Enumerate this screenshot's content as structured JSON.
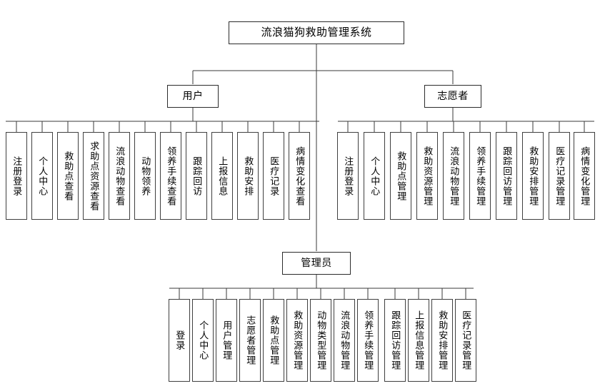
{
  "diagram": {
    "type": "tree",
    "title": "流浪猫狗救助管理系统",
    "root": {
      "label": "流浪猫狗救助管理系统"
    },
    "branches": [
      {
        "key": "user",
        "label": "用户",
        "children": [
          "注册登录",
          "个人中心",
          "救助点查看",
          "求助点资源查看",
          "流浪动物查看",
          "动物领养",
          "领养手续查看",
          "跟踪回访",
          "上报信息",
          "救助安排",
          "医疗记录",
          "病情变化查看"
        ]
      },
      {
        "key": "volunteer",
        "label": "志愿者",
        "children": [
          "注册登录",
          "个人中心",
          "救助点管理",
          "救助资源管理",
          "流浪动物管理",
          "领养手续管理",
          "跟踪回访管理",
          "救助安排管理",
          "医疗记录管理",
          "病情变化管理"
        ]
      },
      {
        "key": "admin",
        "label": "管理员",
        "children": [
          "登录",
          "个人中心",
          "用户管理",
          "志愿者管理",
          "救助点管理",
          "救助资源管理",
          "动物类型管理",
          "流浪动物管理",
          "领养手续管理",
          "跟踪回访管理",
          "上报信息管理",
          "救助安排管理",
          "医疗记录管理"
        ]
      }
    ],
    "colors": {
      "background": "#ffffff",
      "box_border": "#3a3a3a",
      "connector": "#3a3a3a",
      "text": "#000000"
    }
  }
}
